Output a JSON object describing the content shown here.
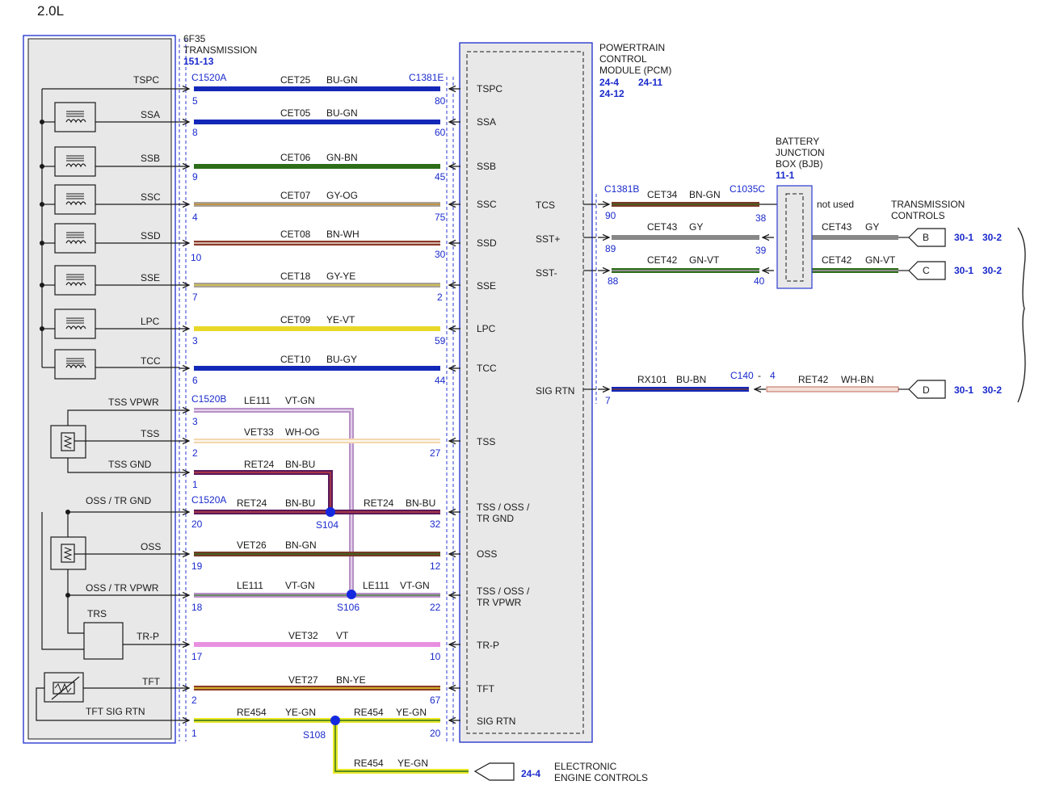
{
  "engine": "2.0L",
  "transmission": {
    "l1": "6F35",
    "l2": "TRANSMISSION",
    "ref": "151-13"
  },
  "pcm": {
    "l1": "POWERTRAIN",
    "l2": "CONTROL",
    "l3": "MODULE (PCM)",
    "ref1": "24-4",
    "ref2": "24-11",
    "ref3": "24-12"
  },
  "bjb": {
    "l1": "BATTERY",
    "l2": "JUNCTION",
    "l3": "BOX (BJB)",
    "ref": "11-1",
    "not_used": "not used"
  },
  "trans_controls": {
    "l1": "TRANSMISSION",
    "l2": "CONTROLS"
  },
  "eec": {
    "l1": "ELECTRONIC",
    "l2": "ENGINE CONTROLS",
    "ref": "24-4"
  },
  "connectors": {
    "c1520a": "C1520A",
    "c1520b": "C1520B",
    "c1381e": "C1381E",
    "c1381b": "C1381B",
    "c1035c": "C1035C",
    "c140": "C140",
    "c140_dash": "-"
  },
  "splices": {
    "s104": "S104",
    "s106": "S106",
    "s108": "S108"
  },
  "trans_labels": {
    "tspc": "TSPC",
    "ssa": "SSA",
    "ssb": "SSB",
    "ssc": "SSC",
    "ssd": "SSD",
    "sse": "SSE",
    "lpc": "LPC",
    "tcc": "TCC",
    "tss_vpwr": "TSS VPWR",
    "tss": "TSS",
    "tss_gnd": "TSS GND",
    "oss_tr_gnd": "OSS / TR GND",
    "oss": "OSS",
    "oss_tr_vpwr": "OSS / TR VPWR",
    "trs": "TRS",
    "tr_p": "TR-P",
    "tft": "TFT",
    "tft_sig_rtn": "TFT SIG RTN"
  },
  "pcm_pins": {
    "tspc": "TSPC",
    "ssa": "SSA",
    "ssb": "SSB",
    "ssc": "SSC",
    "ssd": "SSD",
    "sse": "SSE",
    "lpc": "LPC",
    "tcc": "TCC",
    "tss": "TSS",
    "tss_oss_gnd_1": "TSS / OSS /",
    "tss_oss_gnd_2": "TR GND",
    "oss": "OSS",
    "tss_oss_vpwr_1": "TSS / OSS /",
    "tss_oss_vpwr_2": "TR VPWR",
    "tr_p": "TR-P",
    "tft": "TFT",
    "sig_rtn": "SIG RTN",
    "tcs": "TCS",
    "sst_plus": "SST+",
    "sst_minus": "SST-",
    "sig_rtn_r": "SIG RTN"
  },
  "wires": [
    {
      "circuit": "CET25",
      "color": "BU-GN",
      "pin_l": "5",
      "pin_r": "80"
    },
    {
      "circuit": "CET05",
      "color": "BU-GN",
      "pin_l": "8",
      "pin_r": "60"
    },
    {
      "circuit": "CET06",
      "color": "GN-BN",
      "pin_l": "9",
      "pin_r": "45"
    },
    {
      "circuit": "CET07",
      "color": "GY-OG",
      "pin_l": "4",
      "pin_r": "75"
    },
    {
      "circuit": "CET08",
      "color": "BN-WH",
      "pin_l": "10",
      "pin_r": "30"
    },
    {
      "circuit": "CET18",
      "color": "GY-YE",
      "pin_l": "7",
      "pin_r": "2"
    },
    {
      "circuit": "CET09",
      "color": "YE-VT",
      "pin_l": "3",
      "pin_r": "59"
    },
    {
      "circuit": "CET10",
      "color": "BU-GY",
      "pin_l": "6",
      "pin_r": "44"
    },
    {
      "circuit": "LE111",
      "color": "VT-GN",
      "pin_l": "3",
      "pin_r": ""
    },
    {
      "circuit": "VET33",
      "color": "WH-OG",
      "pin_l": "2",
      "pin_r": "27"
    },
    {
      "circuit": "RET24",
      "color": "BN-BU",
      "pin_l": "1",
      "pin_r": ""
    },
    {
      "circuit": "RET24",
      "color": "BN-BU",
      "pin_l": "20",
      "pin_r": "32",
      "circuit2": "RET24",
      "color2": "BN-BU"
    },
    {
      "circuit": "VET26",
      "color": "BN-GN",
      "pin_l": "19",
      "pin_r": "12"
    },
    {
      "circuit": "LE111",
      "color": "VT-GN",
      "pin_l": "18",
      "pin_r": "22",
      "circuit2": "LE111",
      "color2": "VT-GN"
    },
    {
      "circuit": "VET32",
      "color": "VT",
      "pin_l": "17",
      "pin_r": "10"
    },
    {
      "circuit": "VET27",
      "color": "BN-YE",
      "pin_l": "2",
      "pin_r": "67"
    },
    {
      "circuit": "RE454",
      "color": "YE-GN",
      "pin_l": "1",
      "pin_r": "20",
      "circuit2": "RE454",
      "color2": "YE-GN"
    }
  ],
  "eec_wire": {
    "circuit": "RE454",
    "color": "YE-GN"
  },
  "right_wires": [
    {
      "circuit": "CET34",
      "color": "BN-GN",
      "pin_l": "90",
      "pin_r": "38"
    },
    {
      "circuit": "CET43",
      "color": "GY",
      "pin_l": "89",
      "pin_r": "39",
      "circuit2": "CET43",
      "color2": "GY",
      "conn": "B",
      "ref1": "30-1",
      "ref2": "30-2"
    },
    {
      "circuit": "CET42",
      "color": "GN-VT",
      "pin_l": "88",
      "pin_r": "40",
      "circuit2": "CET42",
      "color2": "GN-VT",
      "conn": "C",
      "ref1": "30-1",
      "ref2": "30-2"
    },
    {
      "circuit": "RX101",
      "color": "BU-BN",
      "pin_l": "7",
      "pin_r": "4",
      "circuit2": "RET42",
      "color2": "WH-BN",
      "conn": "D",
      "ref1": "30-1",
      "ref2": "30-2"
    }
  ],
  "colors": {
    "line": "#1a1a1a",
    "blue_ref": "#1a2acc",
    "panel": "#e8e8e8"
  }
}
